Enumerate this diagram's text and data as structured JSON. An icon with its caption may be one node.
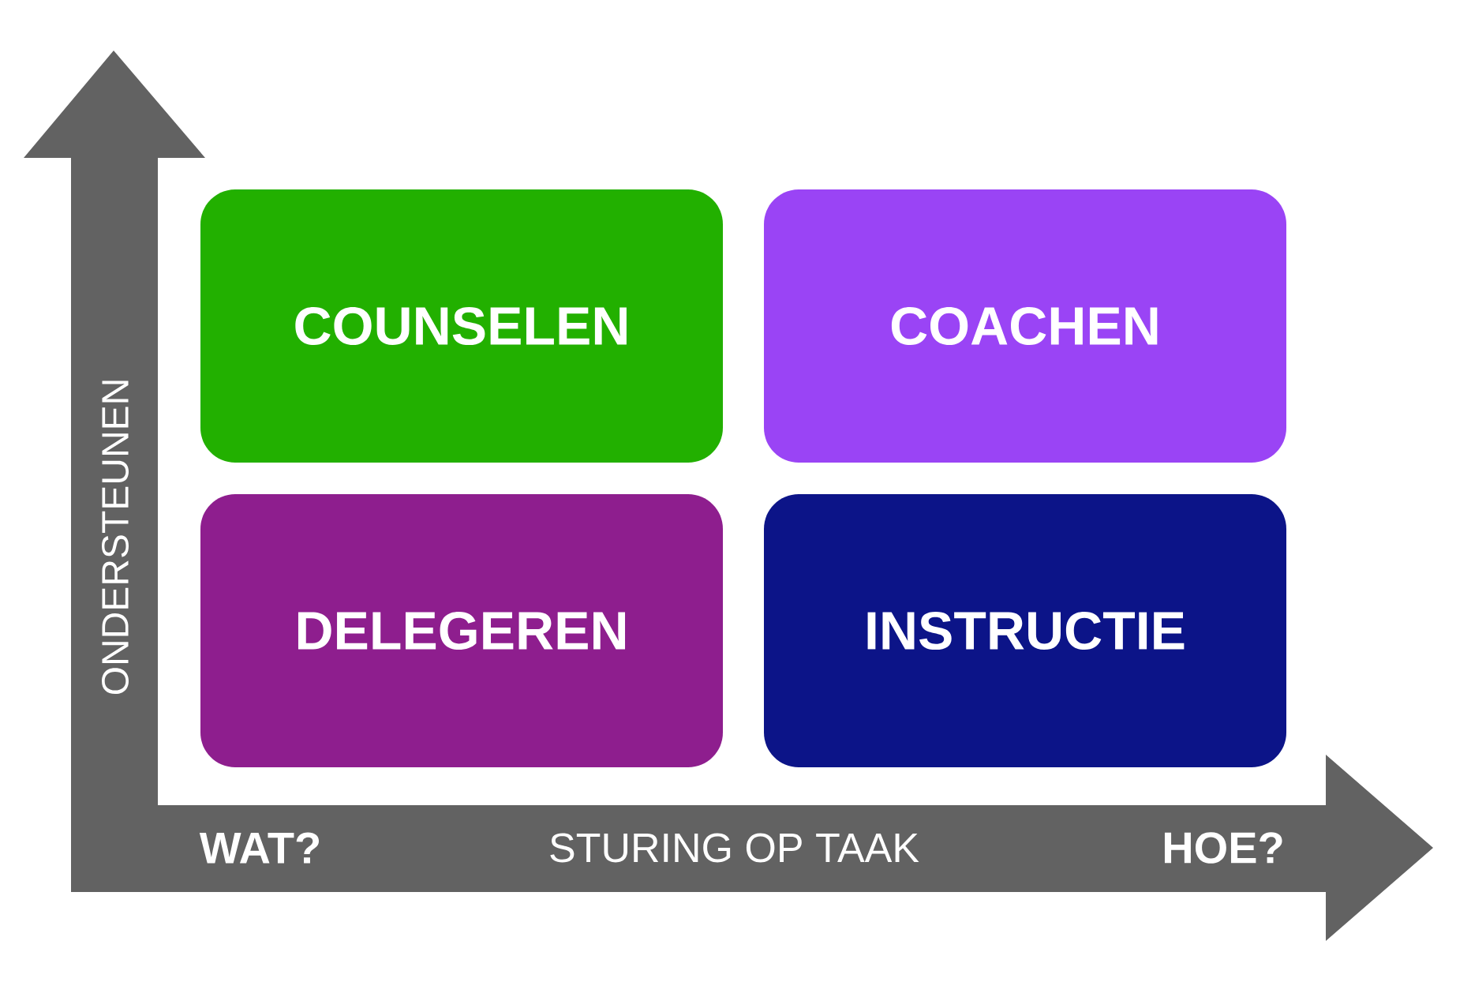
{
  "diagram": {
    "nodes": [
      {
        "text": [
          "COUNSELEN"
        ]
      },
      {
        "text": [
          "COACHEN"
        ]
      },
      {
        "text": [
          "DELEGEREN"
        ]
      },
      {
        "text": [
          "INSTRUCTIE"
        ]
      }
    ],
    "labels": [
      "ONDERSTEUNEN",
      "WAT?",
      "STURING OP TAAK",
      "HOE?"
    ]
  }
}
